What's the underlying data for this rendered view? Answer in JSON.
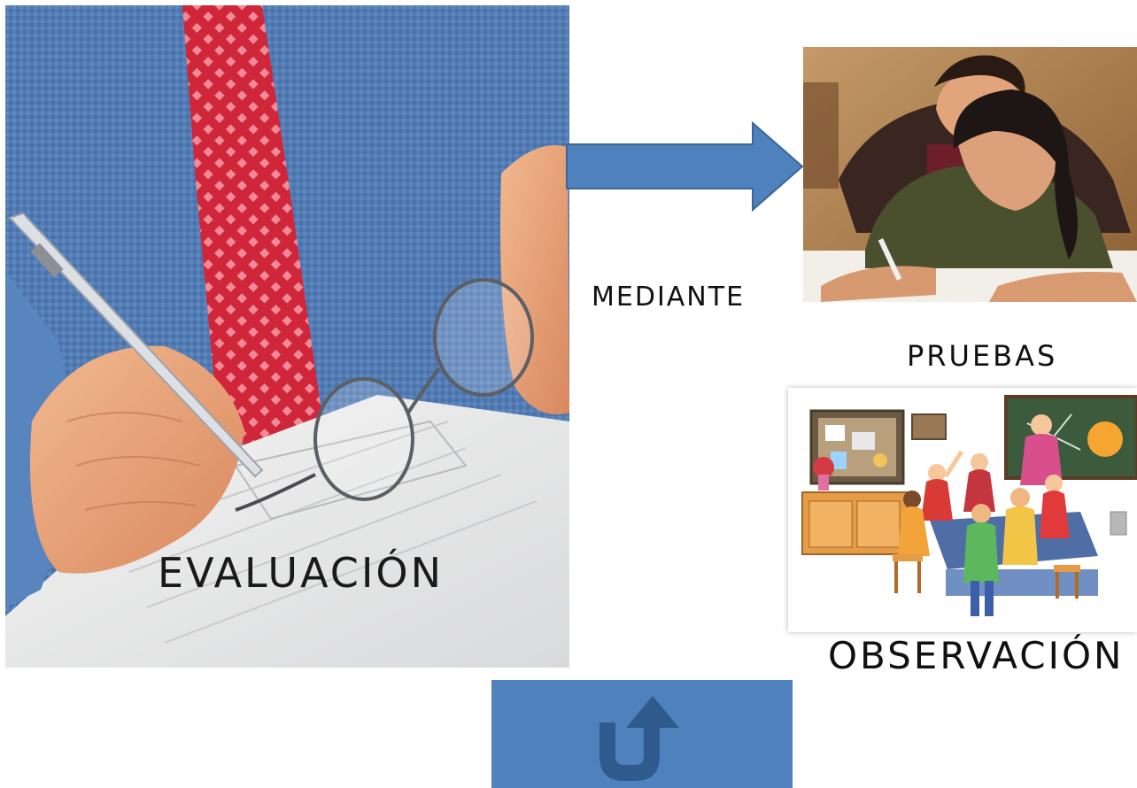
{
  "images": {
    "main_photo": {
      "caption": "EVALUACIÓN",
      "subject": "man in blue shirt and red tie writing on documents with glasses"
    },
    "students_photo": {
      "subject": "students writing an exam"
    },
    "classroom_illustration": {
      "subject": "children and teacher around a classroom table"
    }
  },
  "labels": {
    "connector": "MEDIANTE",
    "method_1": "PRUEBAS",
    "method_2": "OBSERVACIÓN"
  },
  "colors": {
    "arrow_fill": "#4f81bd",
    "arrow_stroke": "#3a6698",
    "button_fill": "#4f81bd",
    "uturn_icon": "#2f5a8e",
    "text": "#111111"
  },
  "icons": {
    "connector_arrow": "right-arrow-icon",
    "action_button": "u-turn-arrow-icon"
  }
}
